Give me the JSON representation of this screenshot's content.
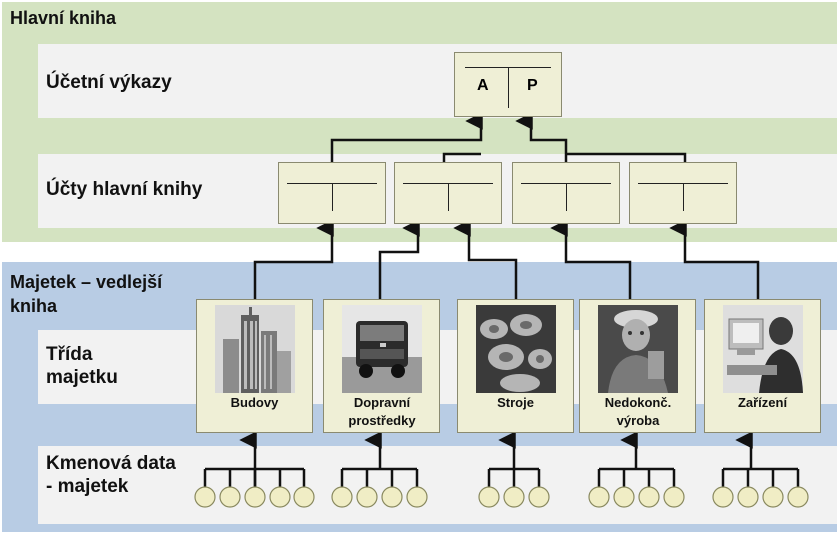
{
  "general_ledger": {
    "title": "Hlavní kniha",
    "reports_label": "Účetní výkazy",
    "accounts_label": "Účty hlavní knihy",
    "balance_sheet": {
      "assets": "A",
      "liabilities": "P"
    }
  },
  "asset_ledger": {
    "title": "Majetek – vedlejší kniha",
    "class_label": "Třída majetku",
    "master_label": "Kmenová data - majetek",
    "classes": [
      {
        "label": "Budovy",
        "icon": "buildings-photo",
        "records": 5
      },
      {
        "label": "Dopravní prostředky",
        "icon": "truck-photo",
        "records": 4
      },
      {
        "label": "Stroje",
        "icon": "machine-parts-photo",
        "records": 3
      },
      {
        "label": "Nedokonč. výroba",
        "icon": "worker-photo",
        "records": 4
      },
      {
        "label": "Zařízení",
        "icon": "office-equipment-photo",
        "records": 4
      }
    ]
  },
  "colors": {
    "gl_panel": "#d4e3c1",
    "asset_panel": "#b8cce4",
    "band": "#f2f2f2",
    "box_fill": "#efefd6",
    "record_circle": "#f0edc5"
  }
}
